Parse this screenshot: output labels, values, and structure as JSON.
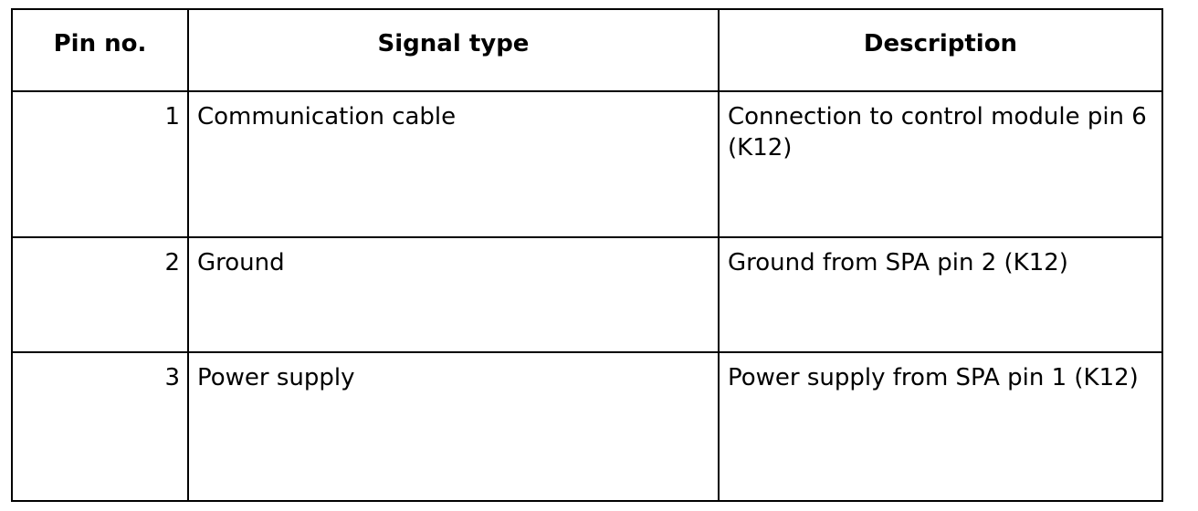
{
  "table": {
    "headers": [
      "Pin no.",
      "Signal type",
      "Description"
    ],
    "rows": [
      {
        "pin": "1",
        "signal": "Communication cable",
        "description": "Connection to control module pin 6 (K12)"
      },
      {
        "pin": "2",
        "signal": "Ground",
        "description": "Ground from SPA pin 2 (K12)"
      },
      {
        "pin": "3",
        "signal": "Power supply",
        "description": "Power supply from SPA pin 1 (K12)"
      }
    ]
  }
}
